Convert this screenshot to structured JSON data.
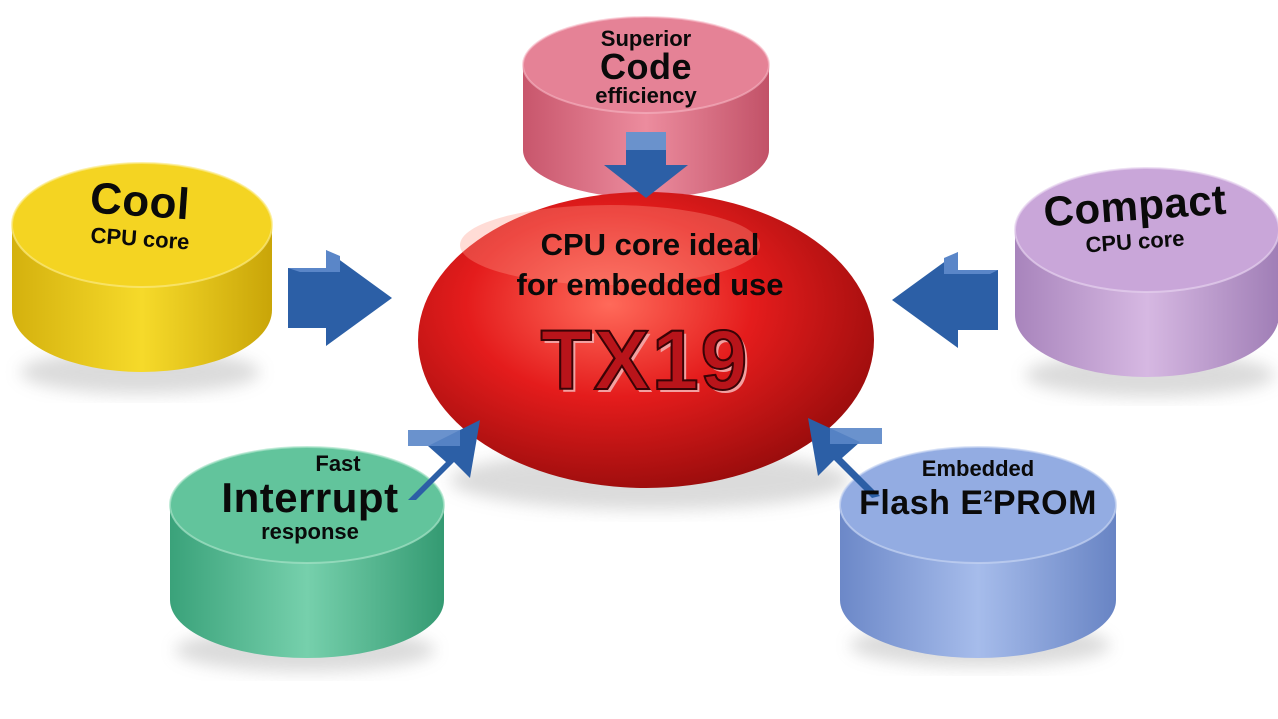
{
  "center": {
    "title_line1": "CPU core ideal",
    "title_line2": "for embedded use",
    "product": "TX19"
  },
  "nodes": {
    "cool": {
      "big": "Cool",
      "small": "CPU core",
      "color": "#f2d21e"
    },
    "code": {
      "top": "Superior",
      "big": "Code",
      "bottom": "efficiency",
      "color": "#e0788c"
    },
    "compact": {
      "big": "Compact",
      "small": "CPU core",
      "color": "#c6a2d6"
    },
    "interrupt": {
      "top": "Fast",
      "big": "Interrupt",
      "bottom": "response",
      "color": "#5cc098"
    },
    "flash": {
      "top": "Embedded",
      "big_prefix": "Flash E",
      "superscript": "2",
      "big_suffix": "PROM",
      "color": "#8fa8e0"
    }
  },
  "colors": {
    "center": "#e01818",
    "arrow": "#2c5fa6"
  }
}
